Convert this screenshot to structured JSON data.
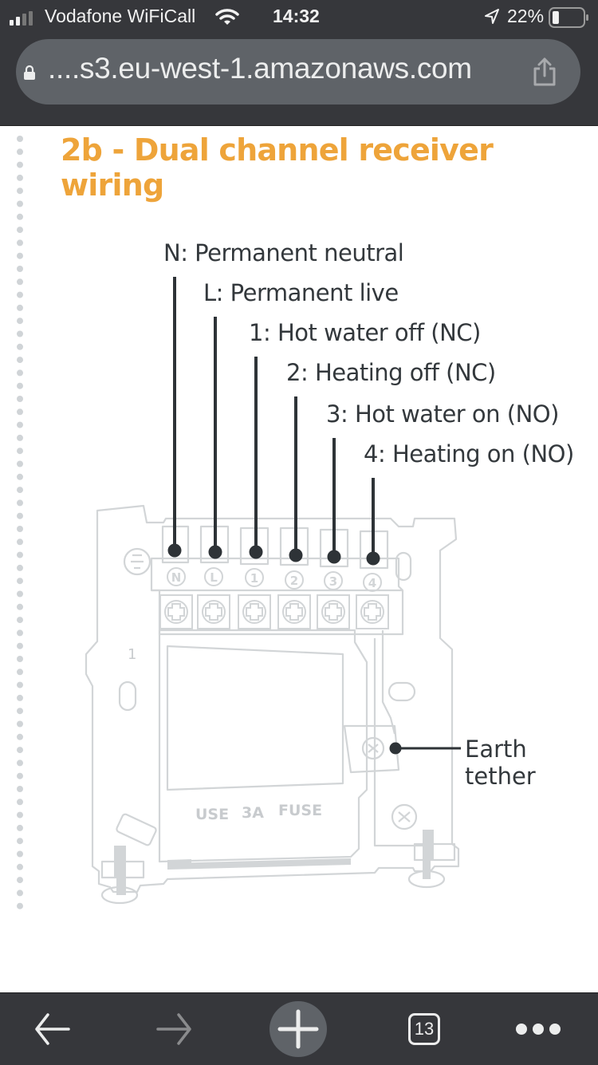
{
  "status_bar": {
    "carrier": "Vodafone WiFiCall",
    "time": "14:32",
    "battery_percent": "22%",
    "battery_level": 0.22,
    "signal_bars_active": 2,
    "signal_bars_total": 4
  },
  "browser": {
    "url": "....s3.eu-west-1.amazonaws.com",
    "secure_icon": "lock-icon",
    "share_icon": "share-icon",
    "tab_count": "13",
    "toolbar": {
      "back": "arrow-left-icon",
      "forward": "arrow-right-icon",
      "new_tab": "plus-icon",
      "tabs": "tabs-icon",
      "more": "more-dots-icon"
    }
  },
  "page": {
    "title": "2b - Dual channel receiver wiring",
    "title_color": "#eea43a",
    "wire_labels": [
      {
        "terminal": "N",
        "text": "N: Permanent neutral"
      },
      {
        "terminal": "L",
        "text": "L: Permanent live"
      },
      {
        "terminal": "1",
        "text": "1: Hot water off (NC)"
      },
      {
        "terminal": "2",
        "text": "2: Heating off (NC)"
      },
      {
        "terminal": "3",
        "text": "3: Hot water on (NO)"
      },
      {
        "terminal": "4",
        "text": "4: Heating on (NO)"
      }
    ],
    "terminals": [
      "N",
      "L",
      "1",
      "2",
      "3",
      "4"
    ],
    "earth_label_line1": "Earth",
    "earth_label_line2": "tether",
    "fuse_text": [
      "USE",
      "3A",
      "FUSE"
    ],
    "side_mark": "1"
  }
}
